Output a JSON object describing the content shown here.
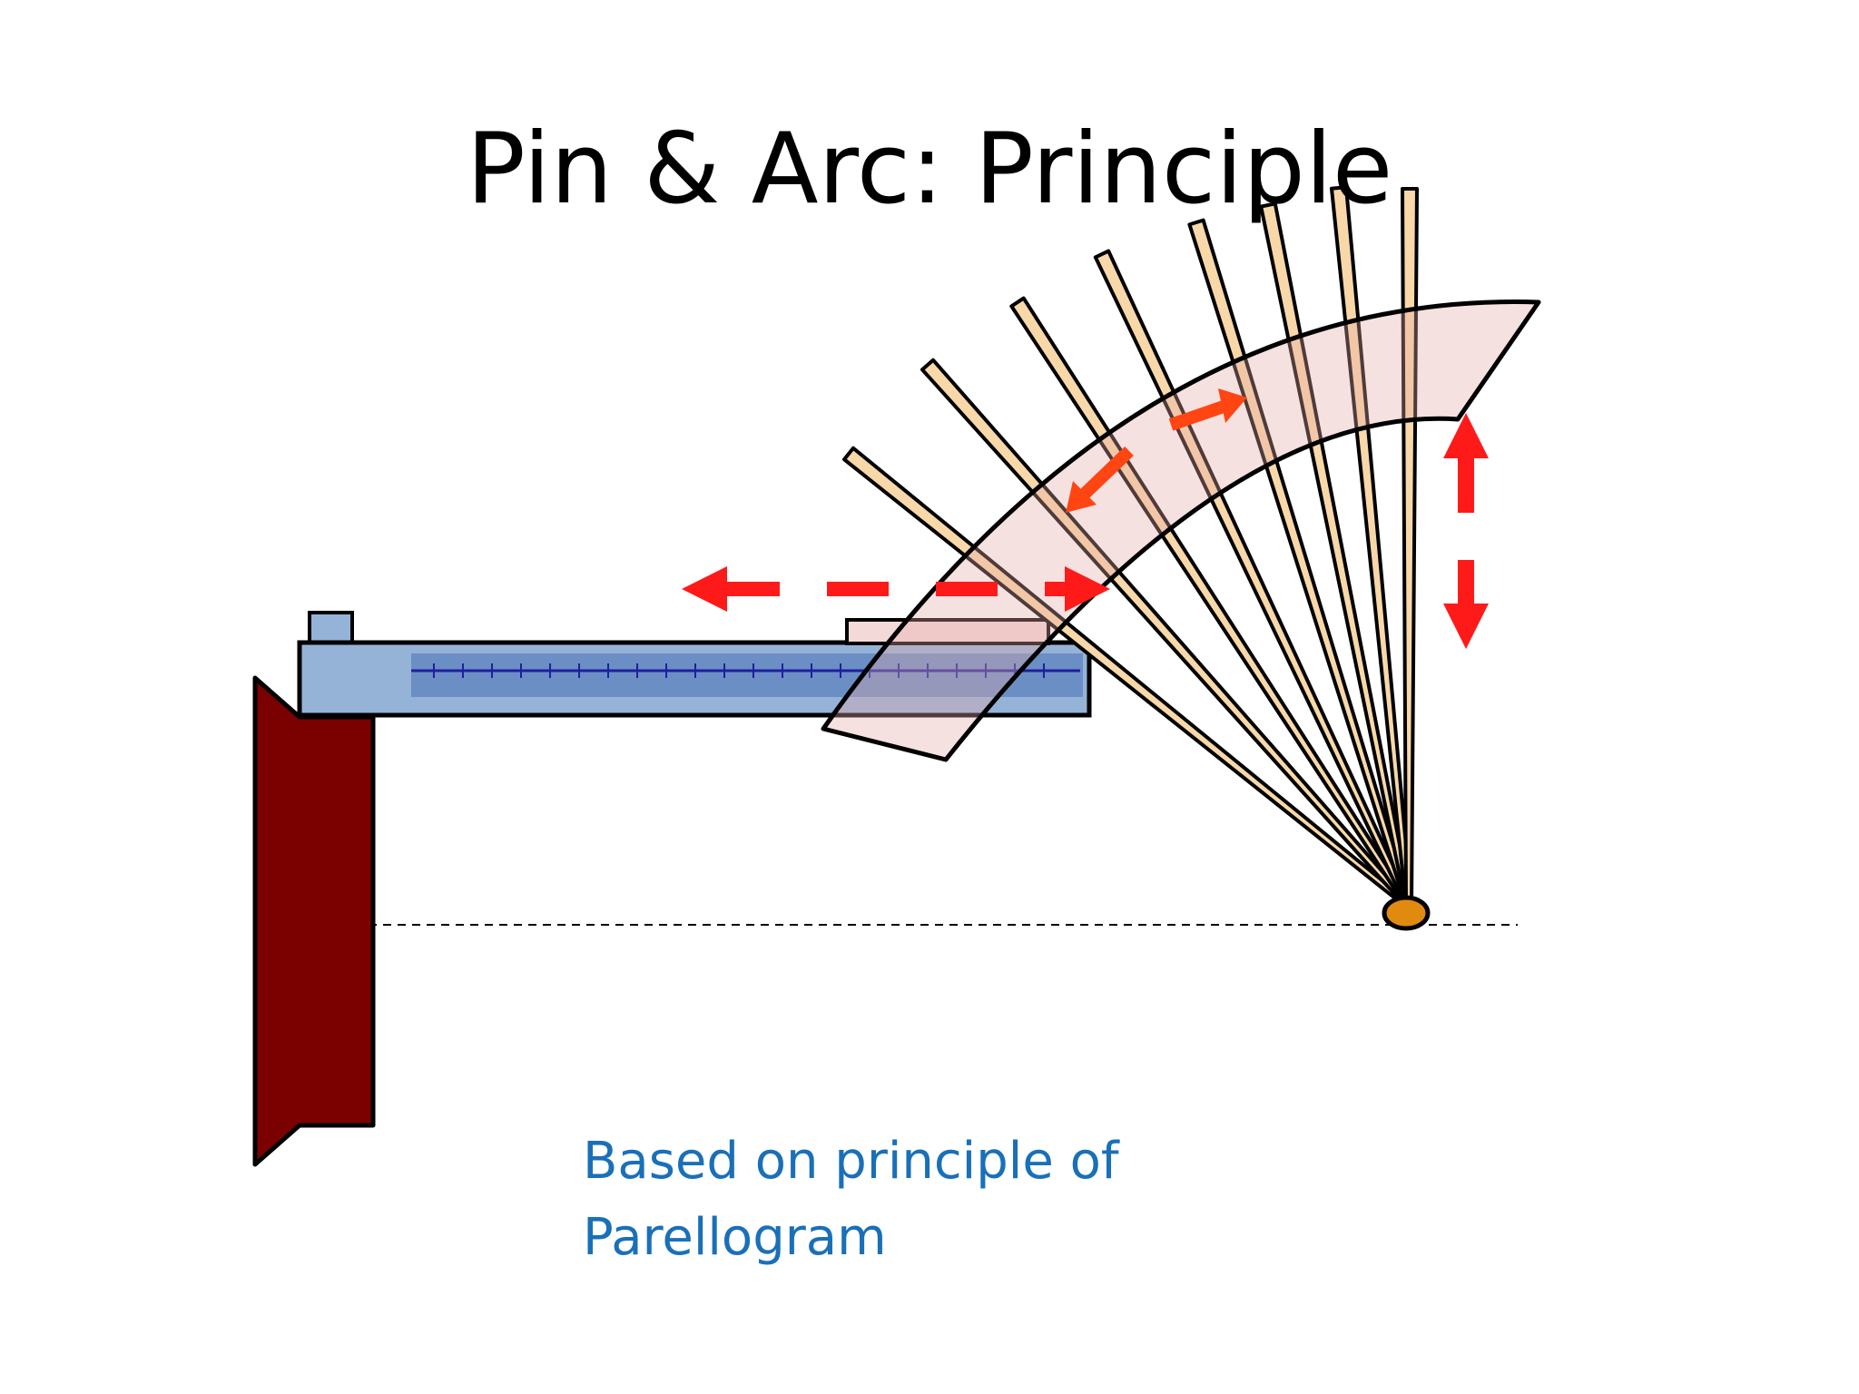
{
  "title": "Pin & Arc: Principle",
  "caption": {
    "line1": "Based on principle of",
    "line2": "Parellogram"
  },
  "colors": {
    "stand": "#7b0000",
    "arm": "#95b3d7",
    "scale_track": "#6b8fc4",
    "scale_ticks": "#1f1f9c",
    "arc_band": "rgba(230,170,170,0.35)",
    "pin": "#f8d8a8",
    "pin_tip": "#e08a10",
    "arrow_red": "#ff1a1a",
    "arrow_orange": "#ff4512"
  },
  "icons": [
    "double-headed-horizontal-arrow",
    "double-headed-vertical-arrow",
    "curved-double-arrow"
  ]
}
